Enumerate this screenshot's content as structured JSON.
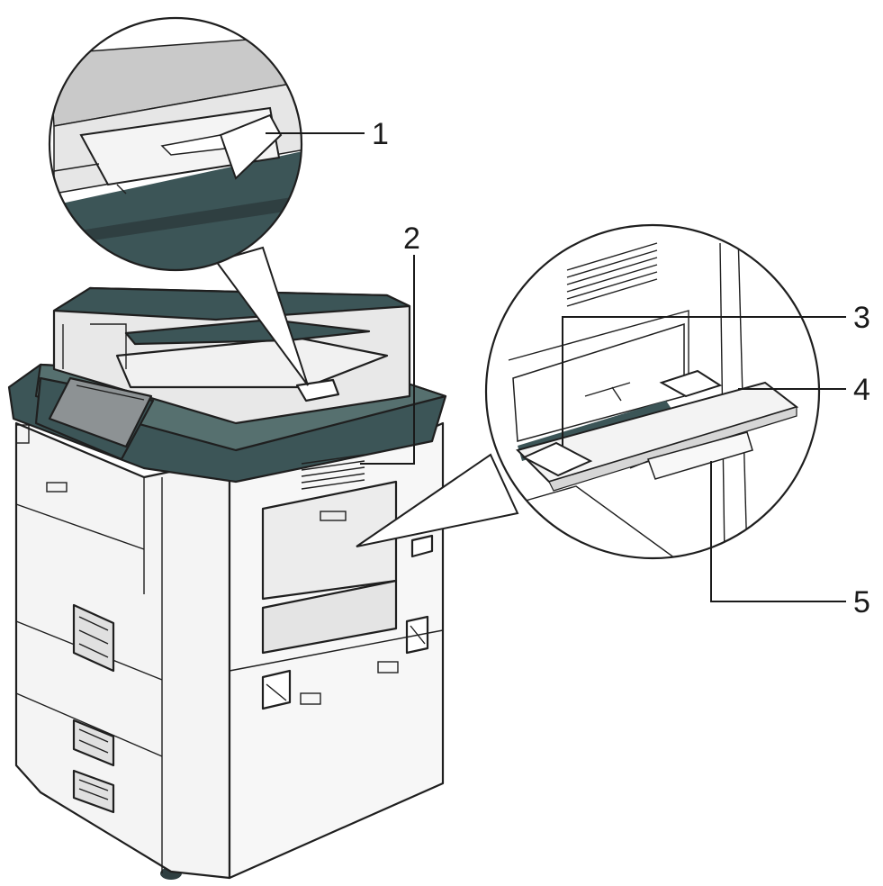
{
  "callouts": [
    {
      "id": "1",
      "label": "1"
    },
    {
      "id": "2",
      "label": "2"
    },
    {
      "id": "3",
      "label": "3"
    },
    {
      "id": "4",
      "label": "4"
    },
    {
      "id": "5",
      "label": "5"
    }
  ],
  "colors": {
    "body_white": "#f7f7f7",
    "panel_gray": "#e2e2e2",
    "top_dark_teal": "#3c5557",
    "screen_gray": "#8d9294",
    "shadow_dark": "#2f3f41",
    "line": "#1f1f1f"
  },
  "parts": {
    "copier": "copier-body-illustration",
    "zoom_adf_stopper": "adf-stopper-zoom-illustration",
    "zoom_bypass_tray": "bypass-tray-zoom-illustration"
  }
}
